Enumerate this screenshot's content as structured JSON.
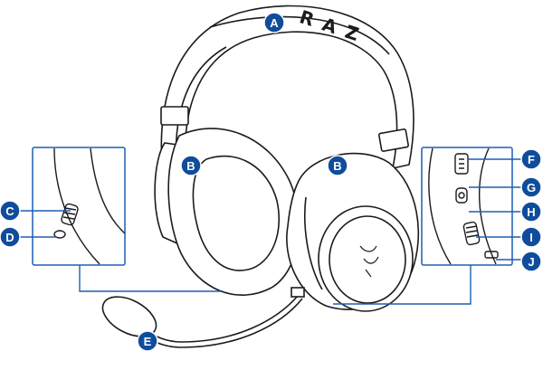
{
  "band_lettering": "R A Z",
  "callouts": [
    {
      "letter": "A"
    },
    {
      "letter": "B"
    },
    {
      "letter": "B"
    },
    {
      "letter": "C"
    },
    {
      "letter": "D"
    },
    {
      "letter": "E"
    },
    {
      "letter": "F"
    },
    {
      "letter": "G"
    },
    {
      "letter": "H"
    },
    {
      "letter": "I"
    },
    {
      "letter": "J"
    }
  ],
  "colors": {
    "badge": "#0f4c9c",
    "leader": "#1d5fb4",
    "outline": "#1b1b1b",
    "background": "#ffffff"
  }
}
